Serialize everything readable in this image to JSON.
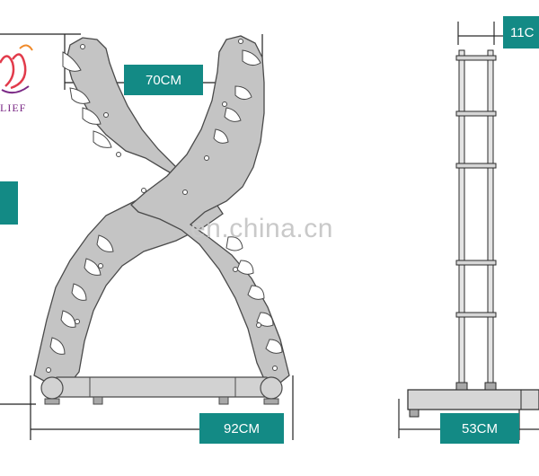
{
  "watermark": "en.china.cn",
  "logo": {
    "text": "LIEF"
  },
  "dimensions": {
    "top_width": "70CM",
    "base_width": "92CM",
    "side_base_width": "53CM",
    "side_height_partial": "11C"
  },
  "colors": {
    "frame_fill": "#c4c4c4",
    "frame_stroke": "#4a4a4a",
    "label_fill": "#138a85",
    "label_text": "#ffffff",
    "logo_accent": "#e23b4b",
    "logo_text": "#7b2a86"
  }
}
